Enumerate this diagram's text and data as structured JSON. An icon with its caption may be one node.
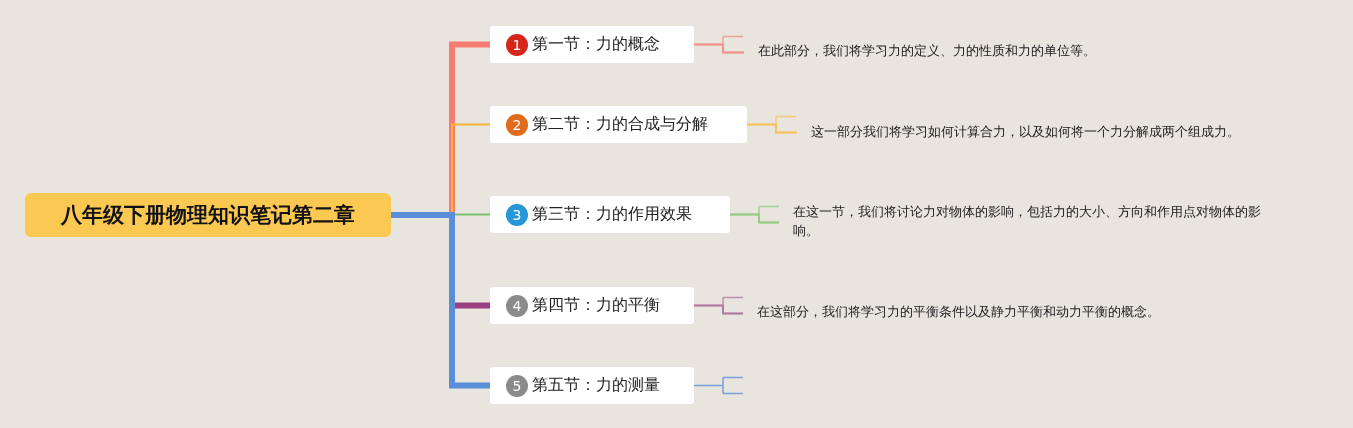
{
  "diagram": {
    "nodes": [
      {
        "text": [
          "八年级下册物理知识笔记第二章"
        ]
      },
      {
        "text": [
          "1",
          "第一节：力的概念"
        ]
      },
      {
        "text": [
          "2",
          "第二节：力的合成与分解"
        ]
      },
      {
        "text": [
          "3",
          "第三节：力的作用效果"
        ]
      },
      {
        "text": [
          "4",
          "第四节：力的平衡"
        ]
      },
      {
        "text": [
          "5",
          "第五节：力的测量"
        ]
      },
      {
        "text": [
          "在此部分，我们将学习力的定义、力的性质和力的单位等。"
        ]
      },
      {
        "text": [
          "这一部分我们将学习如何计算合力，以及如何将一个力分解成两个组成力。"
        ]
      },
      {
        "text": [
          "在这一节，我们将讨论力对物体的影响，包括力的大小、方向和作用点对物体的影响。"
        ]
      },
      {
        "text": [
          "在这部分，我们将学习力的平衡条件以及静力平衡和动力平衡的概念。"
        ]
      }
    ],
    "edges": [
      {
        "from": 0,
        "to": 1,
        "arrow": "none",
        "style": "thick",
        "color": "#f47c72"
      },
      {
        "from": 0,
        "to": 2,
        "arrow": "none",
        "color": "#f6b43c"
      },
      {
        "from": 0,
        "to": 3,
        "arrow": "none",
        "color": "#7cc46c"
      },
      {
        "from": 0,
        "to": 4,
        "arrow": "none",
        "style": "thick",
        "color": "#9a3f80"
      },
      {
        "from": 0,
        "to": 5,
        "arrow": "none",
        "style": "thick",
        "color": "#5b8ed8"
      },
      {
        "from": 1,
        "to": 6,
        "arrow": "none",
        "color": "#f2928a"
      },
      {
        "from": 2,
        "to": 7,
        "arrow": "none",
        "color": "#f6c25e"
      },
      {
        "from": 3,
        "to": 8,
        "arrow": "none",
        "color": "#93cc84"
      },
      {
        "from": 4,
        "to": 9,
        "arrow": "none",
        "color": "#b27aa3"
      }
    ]
  }
}
